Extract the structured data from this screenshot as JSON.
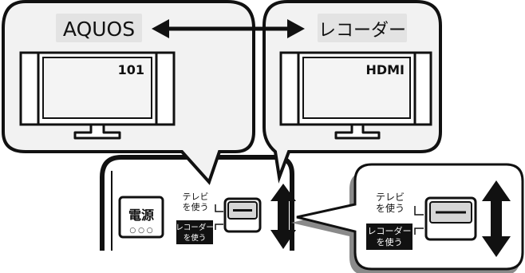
{
  "left_panel": {
    "label": "AQUOS",
    "screen_text": "101"
  },
  "right_panel": {
    "label": "レコーダー",
    "screen_text": "HDMI"
  },
  "remote": {
    "power_label": "電源",
    "power_dots": "○ ○ ○",
    "tv_mode_line1": "テレビ",
    "tv_mode_line2": "を使う",
    "recorder_mode_line1": "レコーダー",
    "recorder_mode_line2": "を使う"
  },
  "zoom": {
    "tv_mode_line1": "テレビ",
    "tv_mode_line2": "を使う",
    "recorder_mode_line1": "レコーダー",
    "recorder_mode_line2": "を使う"
  },
  "colors": {
    "label_bg": "#e3e3e3",
    "panel_bg": "#f2f2f2",
    "screen_bg": "#f4f4f4",
    "ink": "#111111",
    "shadow": "#8a8a8a"
  }
}
